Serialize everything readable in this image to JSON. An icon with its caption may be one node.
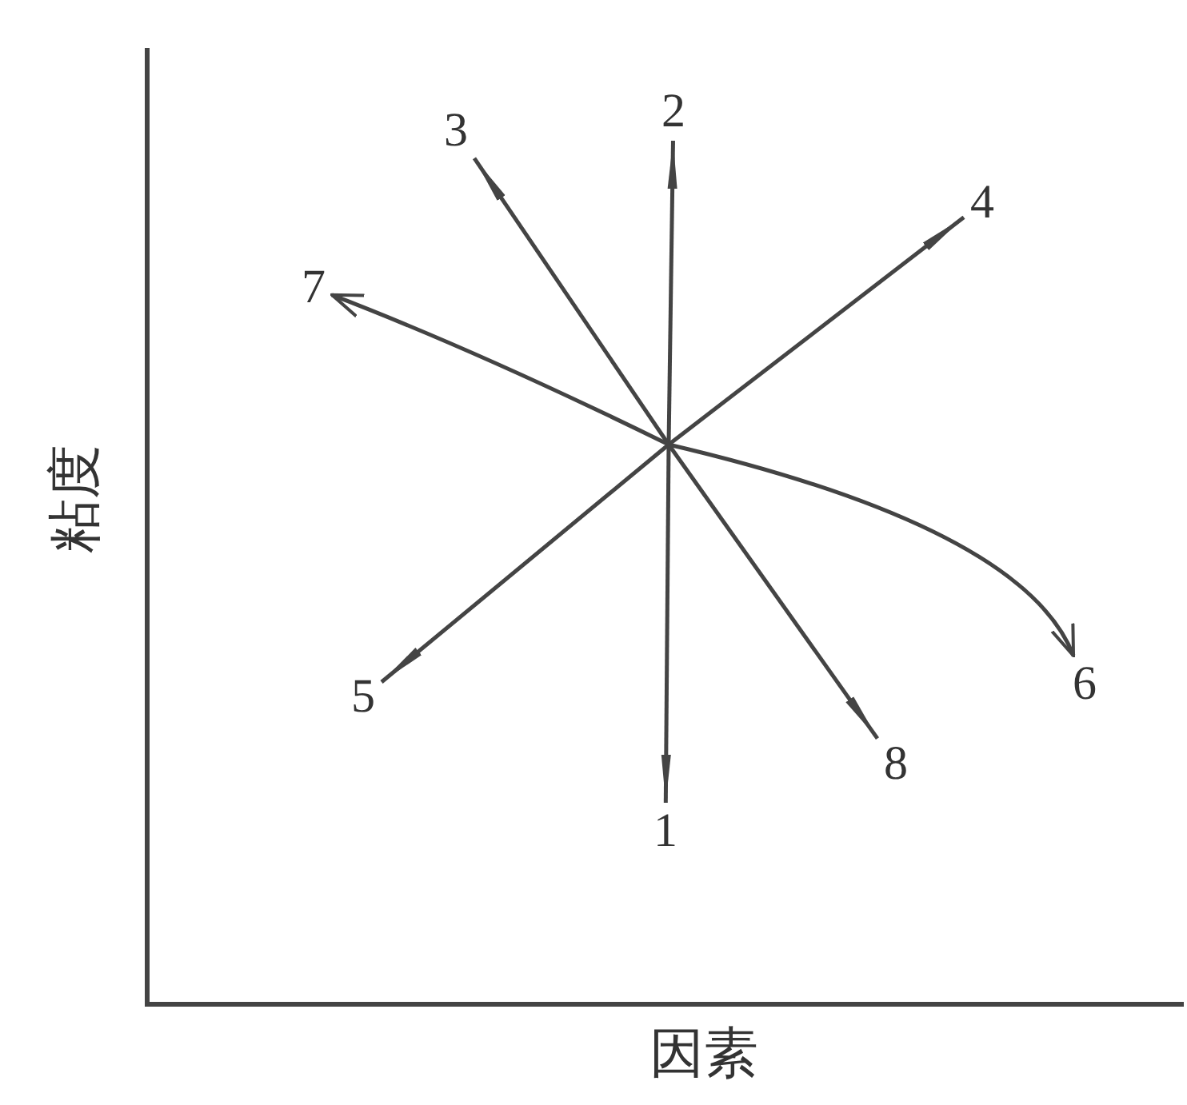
{
  "diagram": {
    "nodes": [
      {
        "text": [
          "1"
        ]
      },
      {
        "text": [
          "2"
        ]
      },
      {
        "text": [
          "3"
        ]
      },
      {
        "text": [
          "4"
        ]
      },
      {
        "text": [
          "5"
        ]
      },
      {
        "text": [
          "6"
        ]
      },
      {
        "text": [
          "7"
        ]
      },
      {
        "text": [
          "8"
        ]
      }
    ],
    "edges": [
      {
        "from": null,
        "to": 0,
        "arrow": "to"
      },
      {
        "from": null,
        "to": 1,
        "arrow": "to"
      },
      {
        "from": null,
        "to": 2,
        "arrow": "to"
      },
      {
        "from": null,
        "to": 3,
        "arrow": "to"
      },
      {
        "from": null,
        "to": 4,
        "arrow": "to"
      },
      {
        "from": null,
        "to": 5,
        "arrow": "to"
      },
      {
        "from": null,
        "to": 6,
        "arrow": "to"
      },
      {
        "from": null,
        "to": 7,
        "arrow": "to"
      }
    ],
    "labels": [
      "粘度",
      "因素"
    ]
  }
}
